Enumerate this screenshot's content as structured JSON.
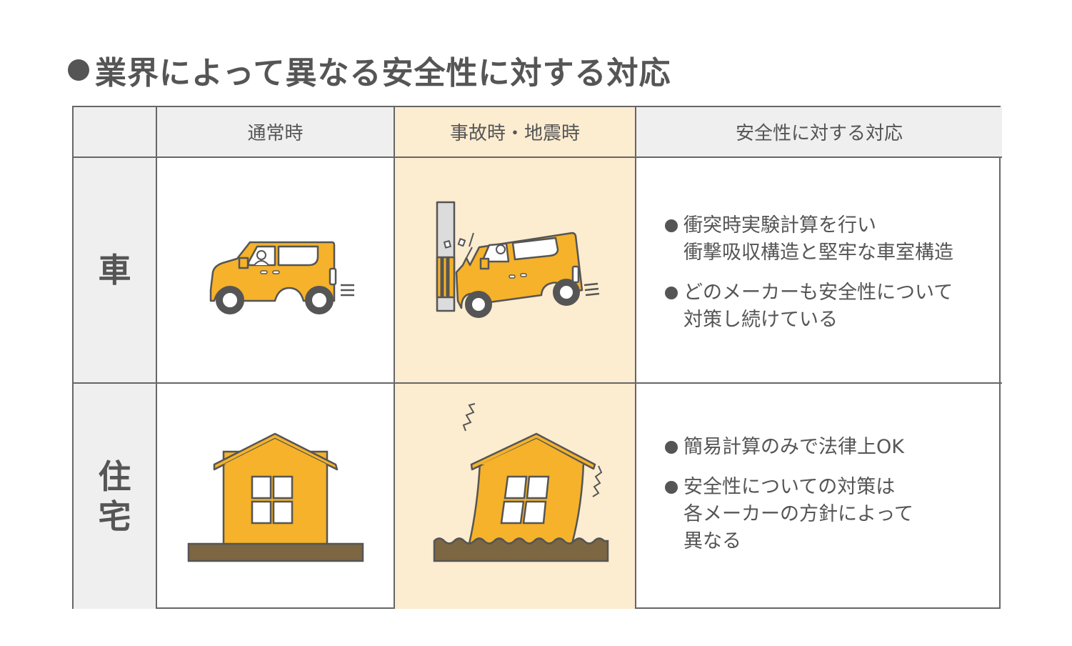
{
  "title": "業界によって異なる安全性に対する対応",
  "headers": {
    "empty": "",
    "normal": "通常時",
    "accident": "事故時・地震時",
    "safety": "安全性に対する対応"
  },
  "rows": [
    {
      "label": "車",
      "bullets": [
        {
          "lines": [
            "衝突時実験計算を行い",
            "衝撃吸収構造と堅牢な車室構造"
          ]
        },
        {
          "lines": [
            "どのメーカーも安全性について",
            "対策し続けている"
          ]
        }
      ]
    },
    {
      "label_lines": [
        "住",
        "宅"
      ],
      "bullets": [
        {
          "lines": [
            "簡易計算のみで法律上OK"
          ]
        },
        {
          "lines": [
            "安全性についての対策は",
            "各メーカーの方針によって",
            "異なる"
          ]
        }
      ]
    }
  ],
  "colors": {
    "accent": "#f5b22a",
    "highlight": "#fcecd0",
    "header": "#efefef",
    "ground": "#7d6642",
    "line": "#555555"
  }
}
